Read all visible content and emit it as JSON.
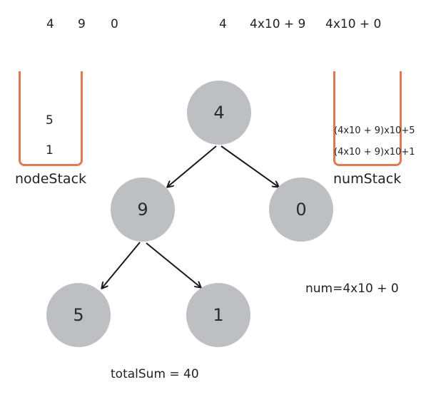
{
  "top_row": {
    "left_values": [
      "4",
      "9",
      "0"
    ],
    "right_values": [
      "4",
      "4x10 + 9",
      "4x10 + 0"
    ]
  },
  "node_stack": {
    "label": "nodeStack",
    "items": [
      "5",
      "1"
    ]
  },
  "num_stack": {
    "label": "numStack",
    "items": [
      "(4x10 + 9)x10+5",
      "(4x10 + 9)x10+1"
    ]
  },
  "tree": {
    "nodes": {
      "root": "4",
      "left": "9",
      "right": "0",
      "left_left": "5",
      "left_right": "1"
    }
  },
  "num_note": "num=4x10 + 0",
  "total_sum": "totalSum = 40",
  "colors": {
    "stack_border": "#e07a55",
    "node_fill": "#bdbfc3",
    "edge": "#1a1a1a"
  }
}
